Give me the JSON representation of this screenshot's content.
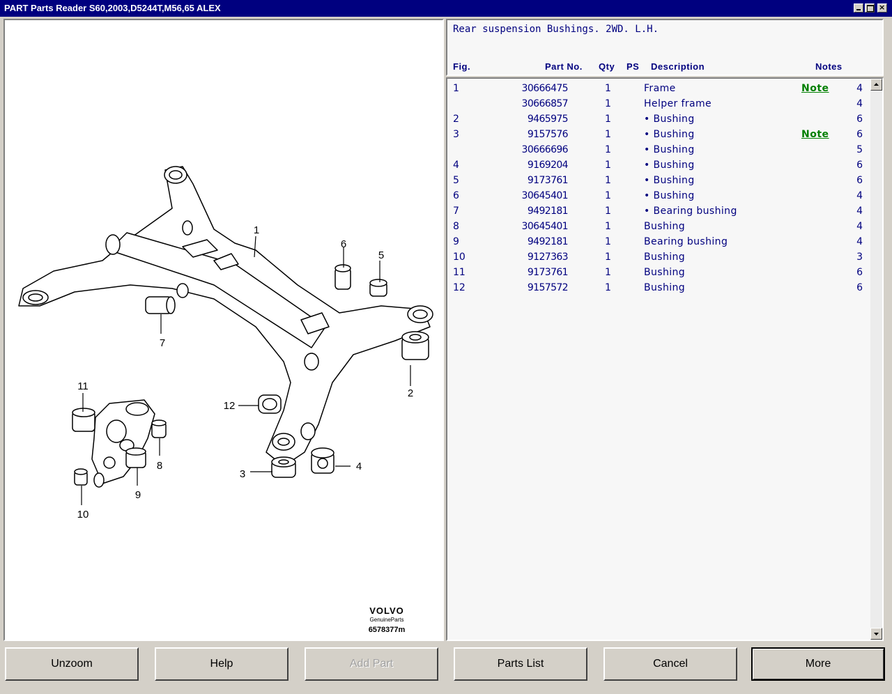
{
  "window": {
    "title": "PART Parts Reader S60,2003,D5244T,M56,65 ALEX"
  },
  "diagram": {
    "callouts": [
      "1",
      "2",
      "3",
      "4",
      "5",
      "6",
      "7",
      "8",
      "9",
      "10",
      "11",
      "12"
    ],
    "brand": "VOLVO",
    "brand_sub": "GenuineParts",
    "illustration_code": "6578377m"
  },
  "header": {
    "heading": "Rear suspension Bushings. 2WD. L.H.",
    "columns": {
      "fig": "Fig.",
      "part_no": "Part No.",
      "qty": "Qty",
      "ps": "PS",
      "description": "Description",
      "notes": "Notes"
    }
  },
  "parts": [
    {
      "fig": "1",
      "part_no": "30666475",
      "qty": "1",
      "description": "Frame",
      "note": "Note",
      "num": "4"
    },
    {
      "fig": "",
      "part_no": "30666857",
      "qty": "1",
      "description": "Helper frame",
      "note": "",
      "num": "4"
    },
    {
      "fig": "2",
      "part_no": "9465975",
      "qty": "1",
      "description": "• Bushing",
      "note": "",
      "num": "6"
    },
    {
      "fig": "3",
      "part_no": "9157576",
      "qty": "1",
      "description": "• Bushing",
      "note": "Note",
      "num": "6"
    },
    {
      "fig": "",
      "part_no": "30666696",
      "qty": "1",
      "description": "• Bushing",
      "note": "",
      "num": "5"
    },
    {
      "fig": "4",
      "part_no": "9169204",
      "qty": "1",
      "description": "• Bushing",
      "note": "",
      "num": "6"
    },
    {
      "fig": "5",
      "part_no": "9173761",
      "qty": "1",
      "description": "• Bushing",
      "note": "",
      "num": "6"
    },
    {
      "fig": "6",
      "part_no": "30645401",
      "qty": "1",
      "description": "• Bushing",
      "note": "",
      "num": "4"
    },
    {
      "fig": "7",
      "part_no": "9492181",
      "qty": "1",
      "description": "• Bearing bushing",
      "note": "",
      "num": "4"
    },
    {
      "fig": "8",
      "part_no": "30645401",
      "qty": "1",
      "description": "Bushing",
      "note": "",
      "num": "4"
    },
    {
      "fig": "9",
      "part_no": "9492181",
      "qty": "1",
      "description": "Bearing bushing",
      "note": "",
      "num": "4"
    },
    {
      "fig": "10",
      "part_no": "9127363",
      "qty": "1",
      "description": "Bushing",
      "note": "",
      "num": "3"
    },
    {
      "fig": "11",
      "part_no": "9173761",
      "qty": "1",
      "description": "Bushing",
      "note": "",
      "num": "6"
    },
    {
      "fig": "12",
      "part_no": "9157572",
      "qty": "1",
      "description": "Bushing",
      "note": "",
      "num": "6"
    }
  ],
  "buttons": {
    "unzoom": "Unzoom",
    "help": "Help",
    "add_part": "Add Part",
    "parts_list": "Parts List",
    "cancel": "Cancel",
    "more": "More"
  }
}
